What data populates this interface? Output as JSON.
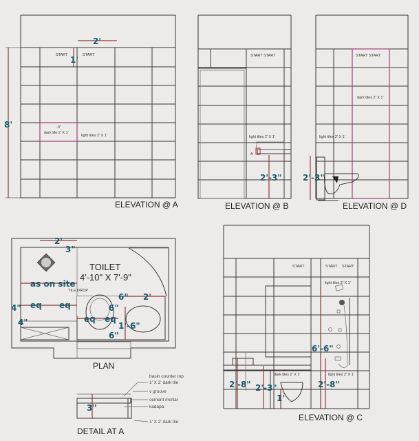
{
  "colors": {
    "background": "#ecebe9",
    "lines": "#3a3535",
    "dimension_lines": "#8a3a3a",
    "dark_tile_border": "#a0407a",
    "dimension_text": "#1c5a6a"
  },
  "elevation_a": {
    "title": "ELEVATION @ A",
    "dim_height": "8'",
    "dim_tile_width": "2'",
    "dim_tile_height": "1'",
    "start_1": "START",
    "start_2": "START",
    "dark_tile_note": "dark tile 2' X 1'",
    "dark_tile_mark": "-3\"",
    "light_tile_note": "light tiles 2' X 1'"
  },
  "elevation_b": {
    "title": "ELEVATION @ B",
    "start": "START START",
    "light_tile_note": "light tiles 2' X 1'",
    "detail_marker": "A",
    "dim_basin": "2'-3\""
  },
  "elevation_d": {
    "title": "ELEVATION @ D",
    "start": "START START",
    "dark_tile_note": "dark tiles 2' X 1'",
    "light_tile_note": "light tiles 2' X 1'",
    "dim_toilet": "2'-3\""
  },
  "plan": {
    "title": "PLAN",
    "room_name": "TOILET",
    "room_size": "4'-10\" X 7'-9\"",
    "dim_2": "2'",
    "dim_3": "3\"",
    "as_on_site": "as on site",
    "tile_drop": "TILE DROP",
    "dim_4_top": "4\"",
    "dim_4_bottom": "4\"",
    "eq_1": "eq",
    "eq_2": "eq",
    "eq_3": "eq",
    "eq_4": "eq",
    "dim_6_a": "6\"",
    "dim_2_b": "2'",
    "dim_6_b": "6\"",
    "dim_1_6": "1'-6\"",
    "dim_6_c": "6\""
  },
  "detail_a": {
    "title": "DETAIL AT A",
    "dim_3": "3\"",
    "labels": [
      "basin counter top",
      "1' X 2' dark tile",
      "v groove",
      "cement mortar",
      "kadapa",
      "1' X 2' dark tile"
    ]
  },
  "elevation_c": {
    "title": "ELEVATION @ C",
    "start_1": "START",
    "start_2": "START",
    "start_3": "START",
    "light_tile_note_top": "light tiles 2' X 1'",
    "light_tile_note_bottom": "light tiles 2' X 1'",
    "dark_tile_note": "dark tiles 2' X 1'",
    "dim_shower": "6'-6\"",
    "dim_basin": "2'-8\"",
    "dim_toilet": "2'-3\"",
    "dim_tap": "2'-8\"",
    "dim_1": "1'"
  }
}
